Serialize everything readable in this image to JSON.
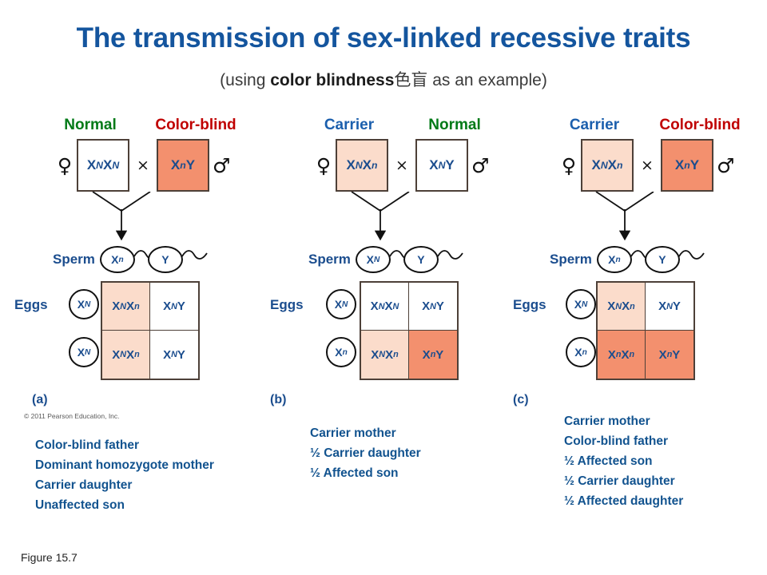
{
  "title": "The transmission of sex-linked recessive traits",
  "subtitle": {
    "pre": "(using ",
    "bold": "color blindness",
    "cjk": "色盲",
    "post": " as an example)"
  },
  "colors": {
    "title_blue": "#14559E",
    "label_blue": "#1B5FAD",
    "normal_green": "#017A17",
    "colorblind_red": "#C00000",
    "allele_text": "#1B4D8E",
    "fill_white": "#FFFFFF",
    "fill_light_pink": "#FBDCCB",
    "fill_salmon": "#F3906E",
    "box_border": "#4D4038"
  },
  "figure_label": "Figure 15.7",
  "copyright": "© 2011 Pearson Education, Inc.",
  "labels": {
    "sperm": "Sperm",
    "eggs": "Eggs",
    "cross_symbol": "×",
    "female_symbol": "♀",
    "male_symbol": "♂"
  },
  "panels": [
    {
      "letter": "(a)",
      "mother": {
        "status": "Normal",
        "status_color": "normal",
        "genotype_base": "X",
        "genotype_sup1": "N",
        "genotype_mid": "X",
        "genotype_sup2": "N",
        "fill": "white"
      },
      "father": {
        "status": "Color-blind",
        "status_color": "blind",
        "genotype_base": "X",
        "genotype_sup1": "n",
        "genotype_mid": "Y",
        "genotype_sup2": "",
        "fill": "dark"
      },
      "sperm": [
        {
          "base": "X",
          "sup": "n"
        },
        {
          "base": "Y",
          "sup": ""
        }
      ],
      "eggs": [
        {
          "base": "X",
          "sup": "N"
        },
        {
          "base": "X",
          "sup": "N"
        }
      ],
      "punnett": [
        {
          "parts": [
            {
              "b": "X",
              "s": "N"
            },
            {
              "b": "X",
              "s": "n"
            }
          ],
          "fill": "light"
        },
        {
          "parts": [
            {
              "b": "X",
              "s": "N"
            },
            {
              "b": "Y",
              "s": ""
            }
          ],
          "fill": "white"
        },
        {
          "parts": [
            {
              "b": "X",
              "s": "N"
            },
            {
              "b": "X",
              "s": "n"
            }
          ],
          "fill": "light"
        },
        {
          "parts": [
            {
              "b": "X",
              "s": "N"
            },
            {
              "b": "Y",
              "s": ""
            }
          ],
          "fill": "white"
        }
      ],
      "caption": [
        "Color-blind father",
        "Dominant homozygote mother",
        "Carrier daughter",
        "Unaffected son"
      ]
    },
    {
      "letter": "(b)",
      "mother": {
        "status": "Carrier",
        "status_color": "carrier",
        "genotype_base": "X",
        "genotype_sup1": "N",
        "genotype_mid": "X",
        "genotype_sup2": "n",
        "fill": "light"
      },
      "father": {
        "status": "Normal",
        "status_color": "normal",
        "genotype_base": "X",
        "genotype_sup1": "N",
        "genotype_mid": "Y",
        "genotype_sup2": "",
        "fill": "white"
      },
      "sperm": [
        {
          "base": "X",
          "sup": "N"
        },
        {
          "base": "Y",
          "sup": ""
        }
      ],
      "eggs": [
        {
          "base": "X",
          "sup": "N"
        },
        {
          "base": "X",
          "sup": "n"
        }
      ],
      "punnett": [
        {
          "parts": [
            {
              "b": "X",
              "s": "N"
            },
            {
              "b": "X",
              "s": "N"
            }
          ],
          "fill": "white"
        },
        {
          "parts": [
            {
              "b": "X",
              "s": "N"
            },
            {
              "b": "Y",
              "s": ""
            }
          ],
          "fill": "white"
        },
        {
          "parts": [
            {
              "b": "X",
              "s": "N"
            },
            {
              "b": "X",
              "s": "n"
            }
          ],
          "fill": "light"
        },
        {
          "parts": [
            {
              "b": "X",
              "s": "n"
            },
            {
              "b": "Y",
              "s": ""
            }
          ],
          "fill": "dark"
        }
      ],
      "caption": [
        "Carrier mother",
        "½ Carrier daughter",
        "½ Affected son"
      ]
    },
    {
      "letter": "(c)",
      "mother": {
        "status": "Carrier",
        "status_color": "carrier",
        "genotype_base": "X",
        "genotype_sup1": "N",
        "genotype_mid": "X",
        "genotype_sup2": "n",
        "fill": "light"
      },
      "father": {
        "status": "Color-blind",
        "status_color": "blind",
        "genotype_base": "X",
        "genotype_sup1": "n",
        "genotype_mid": "Y",
        "genotype_sup2": "",
        "fill": "dark"
      },
      "sperm": [
        {
          "base": "X",
          "sup": "n"
        },
        {
          "base": "Y",
          "sup": ""
        }
      ],
      "eggs": [
        {
          "base": "X",
          "sup": "N"
        },
        {
          "base": "X",
          "sup": "n"
        }
      ],
      "punnett": [
        {
          "parts": [
            {
              "b": "X",
              "s": "N"
            },
            {
              "b": "X",
              "s": "n"
            }
          ],
          "fill": "light"
        },
        {
          "parts": [
            {
              "b": "X",
              "s": "N"
            },
            {
              "b": "Y",
              "s": ""
            }
          ],
          "fill": "white"
        },
        {
          "parts": [
            {
              "b": "X",
              "s": "n"
            },
            {
              "b": "X",
              "s": "n"
            }
          ],
          "fill": "dark"
        },
        {
          "parts": [
            {
              "b": "X",
              "s": "n"
            },
            {
              "b": "Y",
              "s": ""
            }
          ],
          "fill": "dark"
        }
      ],
      "caption": [
        "Carrier mother",
        "Color-blind father",
        "½ Affected son",
        "½ Carrier daughter",
        "½ Affected daughter"
      ]
    }
  ]
}
